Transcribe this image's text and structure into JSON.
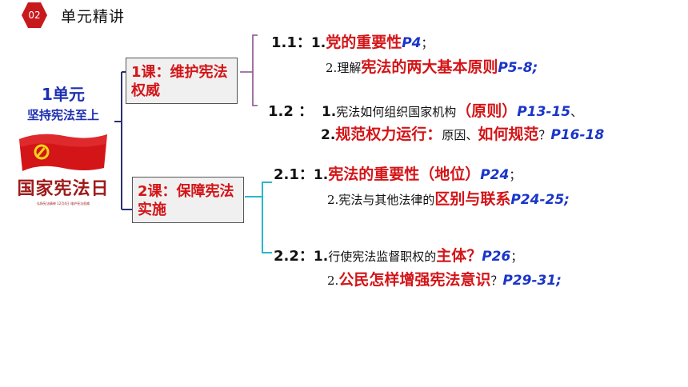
{
  "header": {
    "badge": "02",
    "title": "单元精讲"
  },
  "unit": {
    "number": "1单元",
    "name": "坚持宪法至上"
  },
  "poster": {
    "title": "国家宪法日",
    "subtitle": "弘扬宪法精神   12月4日   维护宪法权威"
  },
  "lessons": [
    {
      "label": "1课：维护宪法权威"
    },
    {
      "label": "2课：保障宪法实施"
    }
  ],
  "colors": {
    "red": "#d31518",
    "blue": "#1a35c9",
    "dark_blue": "#1d2fb0",
    "bracket": "#8a4f8c"
  },
  "points": {
    "p11": {
      "sec": "1.1：",
      "n": "1.",
      "hl": "党的重要性",
      "pg": "P4",
      "end": "；"
    },
    "p11b": {
      "n": "2.",
      "pre": "理解",
      "hl": "宪法的两大基本原则",
      "pg": "P5-8;"
    },
    "p12": {
      "sec": "1.2 ：",
      "n": "1.",
      "pre": "宪法如何组织国家机构",
      "hl": "（原则）",
      "pg": "P13-15",
      "end": "、"
    },
    "p12b": {
      "n": "2.",
      "hl1": "规范权力运行：",
      "pre": "原因、",
      "hl2": "如何规范",
      "mid": "？",
      "pg": "P16-18"
    },
    "p21": {
      "sec": "2.1：",
      "n": "1.",
      "hl": "宪法的重要性（地位）",
      "pg": "P24",
      "end": "；"
    },
    "p21b": {
      "n": "2.",
      "pre": "宪法与其他法律的",
      "hl": "区别与联系",
      "pg": "P24-25;"
    },
    "p22": {
      "sec": "2.2：",
      "n": "1.",
      "pre": "行使宪法监督职权的",
      "hl": "主体？",
      "pg": "P26",
      "end": "；"
    },
    "p22b": {
      "n": "2.",
      "hl": "公民怎样增强宪法意识",
      "mid": "？",
      "pg": "P29-31;"
    }
  }
}
